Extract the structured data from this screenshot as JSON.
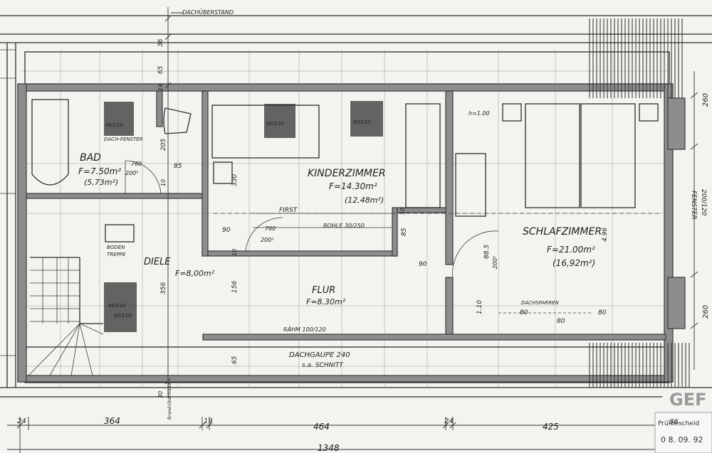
{
  "rooms": {
    "bad": {
      "name": "BAD",
      "area": "F=7.50m²",
      "net_area": "(5,73m²)"
    },
    "kinderzimmer": {
      "name": "KINDERZIMMER",
      "area": "F=14.30m²",
      "net_area": "(12,48m²)"
    },
    "schlafzimmer": {
      "name": "SCHLAFZIMMER",
      "area": "F=21.00m²",
      "net_area": "(16,92m²)"
    },
    "diele": {
      "name": "DIELE",
      "area": "F=8,00m²"
    },
    "flur": {
      "name": "FLUR",
      "area": "F=8.30m²"
    }
  },
  "labels": {
    "dachueberstand": "DACHÜBERSTAND",
    "first": "FIRST",
    "bohle": "BOHLE 30/250",
    "rahm": "RÄHM 100/120",
    "dachgaube": "DACHGAUPE 240",
    "schnitt": "s.a. SCHNITT",
    "dachsparren": "DACHSPARREN",
    "fenster": "FENSTER",
    "fenster_size": "200/120",
    "dachfenster": "DACH-FENSTER",
    "boden": "BODEN",
    "treppe": "TREPPE",
    "h": "h=1.00",
    "wall_height": "4.96",
    "brandwand": "Brand-Überstand",
    "stamp_letters": "GEF",
    "stamp_text": "Prüfbescheid",
    "stamp_date": "0 8. 09. 92"
  },
  "dims_bottom": {
    "d24a": "24",
    "d364": "364",
    "d19": "19",
    "d464": "464",
    "d24b": "24",
    "d425": "425",
    "d36": "36",
    "d1348": "1348"
  },
  "dims_left": {
    "d36": "36",
    "d65": "65",
    "d19": "19",
    "d30": "30"
  },
  "dims_right": {
    "d260a": "260",
    "d260b": "260"
  },
  "dims_inner": {
    "d205": "205",
    "d10a": "10",
    "d85a": "85",
    "d330": "330",
    "d760a": "760",
    "d2005a": "200⁵",
    "d90a": "90",
    "d10b": "10",
    "d760b": "760",
    "d2005b": "200⁵",
    "d356": "356",
    "d156": "156",
    "d10c": "10",
    "d85b": "85",
    "d90b": "90",
    "d885": "88.5",
    "d2005c": "200⁵",
    "d110": "1.10",
    "d80a": "80",
    "d80b": "80",
    "d80c": "80",
    "d65b": "65",
    "dw1": "90/110",
    "dw2": "90/110",
    "dw3": "90/110",
    "dw4": "90/110",
    "dw5": "90/110"
  }
}
